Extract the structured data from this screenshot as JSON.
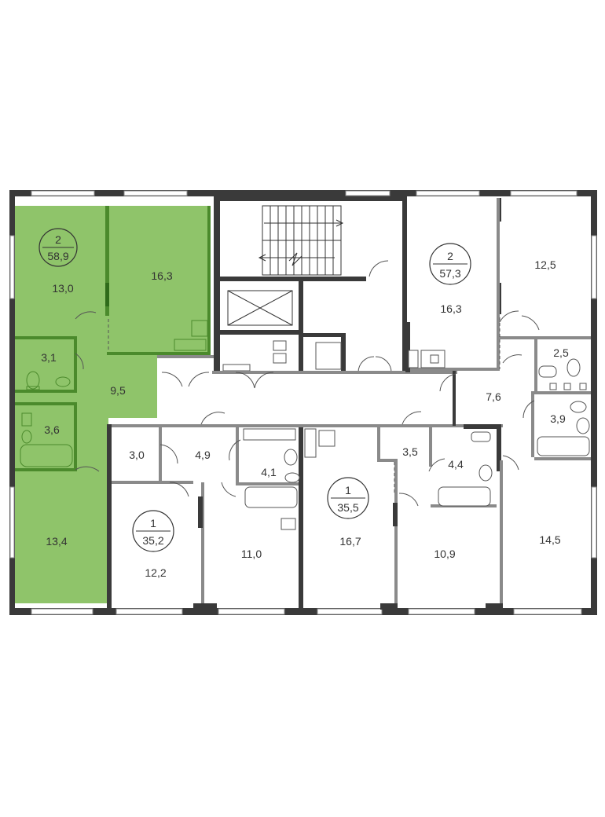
{
  "colors": {
    "highlight_fill": "#8fc46a",
    "highlight_stroke": "#4b8a2c",
    "wall": "#3a3a3a",
    "partition": "#8a8a8a"
  },
  "apartments": [
    {
      "id": "apt-left",
      "rooms": "2",
      "area": "58,9",
      "highlighted": true
    },
    {
      "id": "apt-right-top",
      "rooms": "2",
      "area": "57,3",
      "highlighted": false
    },
    {
      "id": "apt-bottom-left",
      "rooms": "1",
      "area": "35,2",
      "highlighted": false
    },
    {
      "id": "apt-bottom-mid",
      "rooms": "1",
      "area": "35,5",
      "highlighted": false
    }
  ],
  "rooms": [
    {
      "label": "13,0"
    },
    {
      "label": "16,3"
    },
    {
      "label": "3,1"
    },
    {
      "label": "9,5"
    },
    {
      "label": "3,6"
    },
    {
      "label": "13,4"
    },
    {
      "label": "3,0"
    },
    {
      "label": "4,9"
    },
    {
      "label": "4,1"
    },
    {
      "label": "12,2"
    },
    {
      "label": "11,0"
    },
    {
      "label": "16,7"
    },
    {
      "label": "3,5"
    },
    {
      "label": "4,4"
    },
    {
      "label": "10,9"
    },
    {
      "label": "16,3"
    },
    {
      "label": "12,5"
    },
    {
      "label": "2,5"
    },
    {
      "label": "7,6"
    },
    {
      "label": "3,9"
    },
    {
      "label": "14,5"
    }
  ]
}
